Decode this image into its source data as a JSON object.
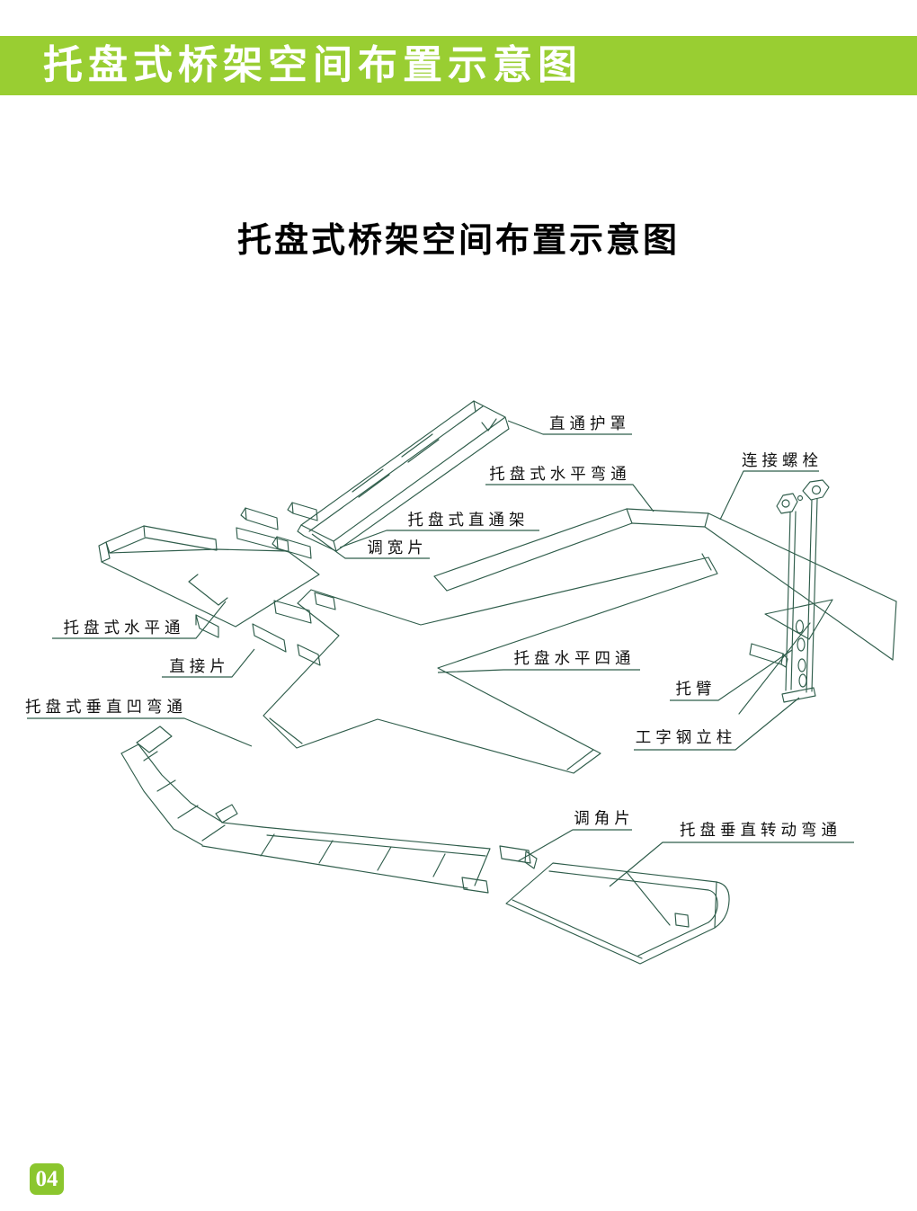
{
  "theme": {
    "accent_green": "#99ce32",
    "badge_green": "#8bc62e",
    "drawing_line_color": "#2f5d4b",
    "label_text_color": "#111111"
  },
  "header": {
    "title": "托盘式桥架空间布置示意图"
  },
  "main_title": "托盘式桥架空间布置示意图",
  "diagram": {
    "labels": [
      {
        "id": "cover",
        "text": "直通护罩"
      },
      {
        "id": "horizontal-bend",
        "text": "托盘式水平弯通"
      },
      {
        "id": "connecting-bolt",
        "text": "连接螺栓"
      },
      {
        "id": "straight-frame",
        "text": "托盘式直通架"
      },
      {
        "id": "width-adjust-piece",
        "text": "调宽片"
      },
      {
        "id": "horizontal-tee",
        "text": "托盘式水平通"
      },
      {
        "id": "connector-piece",
        "text": "直接片"
      },
      {
        "id": "horizontal-cross",
        "text": "托盘水平四通"
      },
      {
        "id": "bracket-arm",
        "text": "托臂"
      },
      {
        "id": "i-beam-column",
        "text": "工字钢立柱"
      },
      {
        "id": "vertical-concave-bend",
        "text": "托盘式垂直凹弯通"
      },
      {
        "id": "angle-adjust-piece",
        "text": "调角片"
      },
      {
        "id": "vertical-rotating-bend",
        "text": "托盘垂直转动弯通"
      }
    ]
  },
  "footer": {
    "page_number": "04"
  }
}
